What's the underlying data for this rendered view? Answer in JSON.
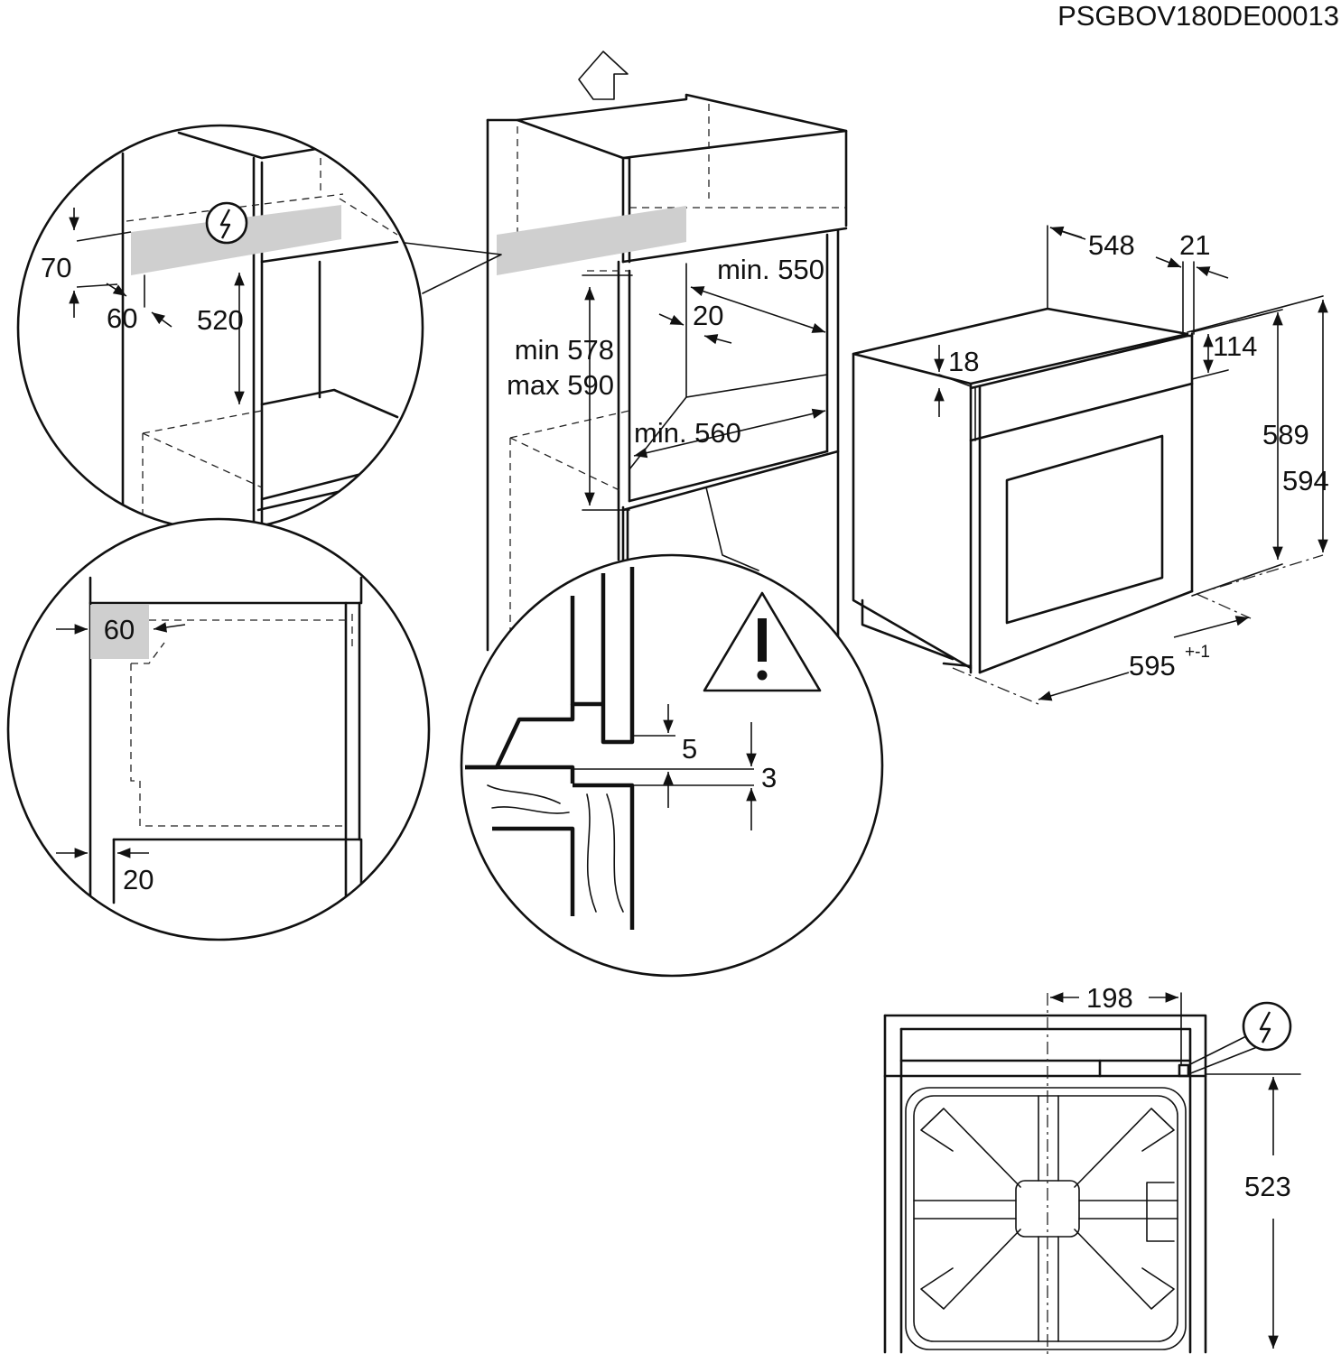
{
  "document_code": "PSGBOV180DE00013",
  "top_left_detail": {
    "dim_top": "70",
    "dim_depth": "60",
    "dim_height": "520"
  },
  "cabinet": {
    "min_depth": "min. 550",
    "side_gap": "20",
    "height_min": "min 578",
    "height_max": "max 590",
    "min_width": "min. 560"
  },
  "appliance": {
    "depth": "548",
    "front_thickness": "21",
    "panel_top": "18",
    "panel_height": "114",
    "body_height": "589",
    "total_height": "594",
    "width": "595",
    "width_tolerance": "+-1"
  },
  "plan_detail": {
    "vent_width": "60",
    "side_offset": "20"
  },
  "floor_detail": {
    "gap_a": "5",
    "gap_b": "3"
  },
  "front_view": {
    "socket_offset": "198",
    "height": "523"
  },
  "icons": [
    "electrical-connection-icon",
    "warning-triangle-icon",
    "vent-arrow-icon"
  ]
}
